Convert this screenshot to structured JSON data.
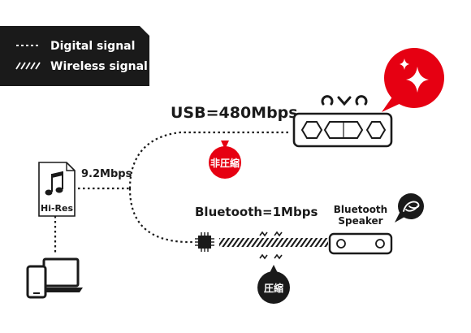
{
  "legend": {
    "digital": "Digital signal",
    "wireless": "Wireless signal"
  },
  "source": {
    "file_label": "Hi-Res",
    "bitrate": "9.2Mbps",
    "icons": [
      "music-note-icon",
      "smartphone-icon",
      "laptop-icon"
    ]
  },
  "usb": {
    "label": "USB=480Mbps",
    "badge": "非圧縮",
    "icons": [
      "sparkle-icon",
      "headset-controls-icon"
    ]
  },
  "bluetooth": {
    "label": "Bluetooth=1Mbps",
    "speaker_line1": "Bluetooth",
    "speaker_line2": "Speaker",
    "badge": "圧縮",
    "icons": [
      "chip-icon",
      "speech-bubble-icon"
    ]
  },
  "colors": {
    "dark": "#1a1a1a",
    "accent_red": "#e60012",
    "white": "#ffffff"
  }
}
